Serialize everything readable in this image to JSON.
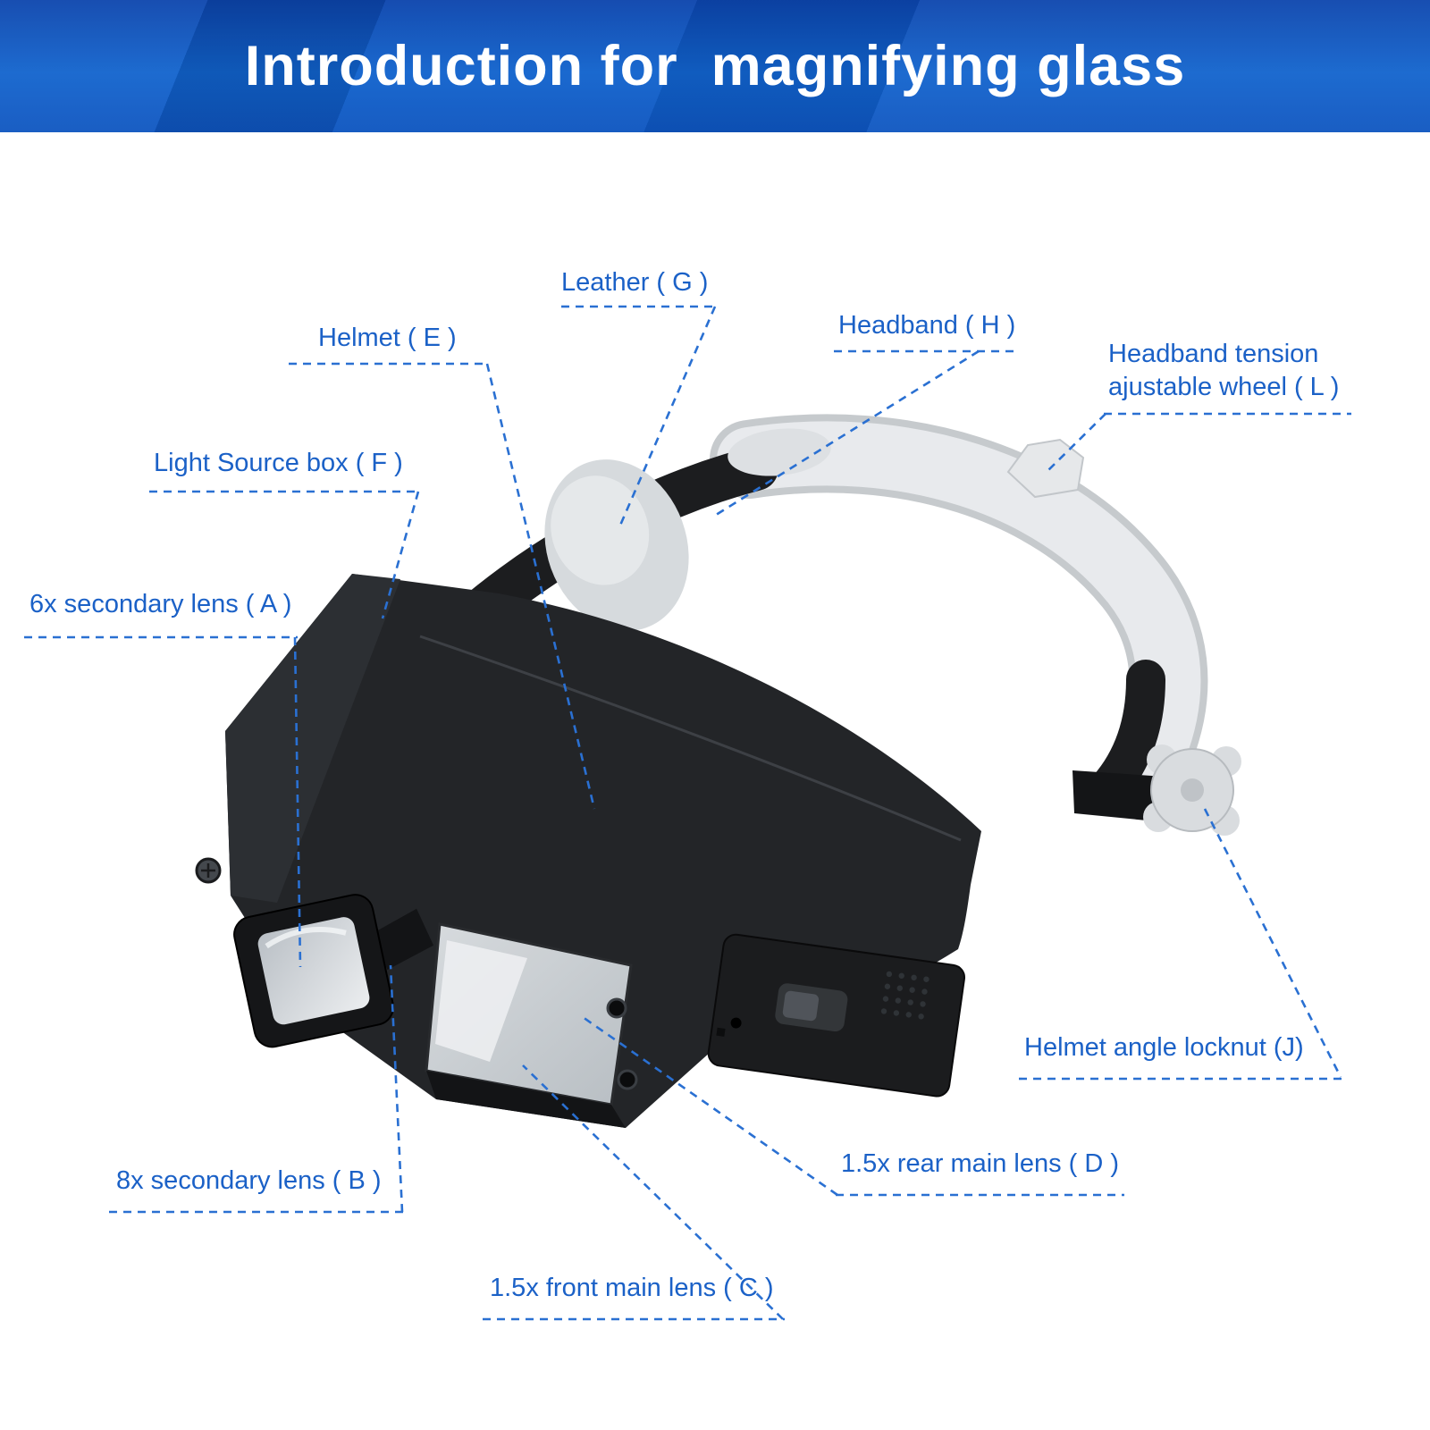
{
  "header": {
    "title": "Introduction for  magnifying glass"
  },
  "diagram": {
    "labels": {
      "leather": "Leather ( G )",
      "helmet": "Helmet ( E )",
      "headband": "Headband ( H )",
      "tension_wheel_1": "Headband tension",
      "tension_wheel_2": "ajustable wheel ( L )",
      "light_source": "Light Source box ( F )",
      "lens_6x": "6x secondary lens ( A )",
      "locknut": "Helmet angle locknut (J)",
      "lens_8x": "8x secondary lens ( B )",
      "rear_lens": "1.5x rear main lens ( D )",
      "front_lens": "1.5x front main lens ( C )"
    }
  },
  "colors": {
    "label_blue": "#1b61c7",
    "leader_line_blue": "#2a70d2",
    "header_blue_top": "#0c45ad",
    "header_blue_bottom": "#0e55c0",
    "product_black": "#232528",
    "product_white": "#e8eaed"
  }
}
